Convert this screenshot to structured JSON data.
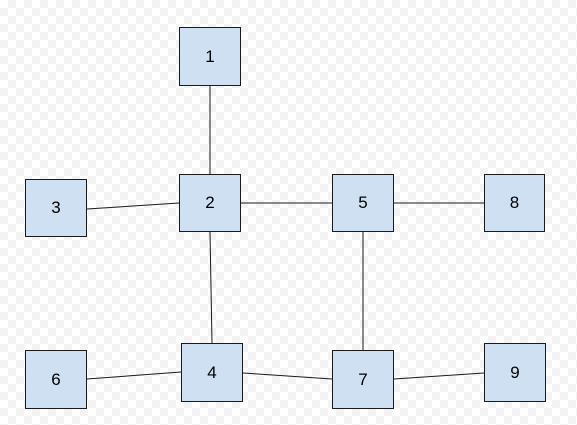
{
  "colors": {
    "node_fill": "#cfe0f3",
    "node_border": "#1a1a1a",
    "edge_stroke": "#1a1a1a"
  },
  "nodes": [
    {
      "id": "1",
      "label": "1"
    },
    {
      "id": "2",
      "label": "2"
    },
    {
      "id": "3",
      "label": "3"
    },
    {
      "id": "4",
      "label": "4"
    },
    {
      "id": "5",
      "label": "5"
    },
    {
      "id": "6",
      "label": "6"
    },
    {
      "id": "7",
      "label": "7"
    },
    {
      "id": "8",
      "label": "8"
    },
    {
      "id": "9",
      "label": "9"
    }
  ],
  "edges": [
    {
      "from": "1",
      "to": "2"
    },
    {
      "from": "3",
      "to": "2"
    },
    {
      "from": "2",
      "to": "5"
    },
    {
      "from": "5",
      "to": "8"
    },
    {
      "from": "2",
      "to": "4"
    },
    {
      "from": "5",
      "to": "7"
    },
    {
      "from": "6",
      "to": "4"
    },
    {
      "from": "4",
      "to": "7"
    },
    {
      "from": "7",
      "to": "9"
    }
  ]
}
